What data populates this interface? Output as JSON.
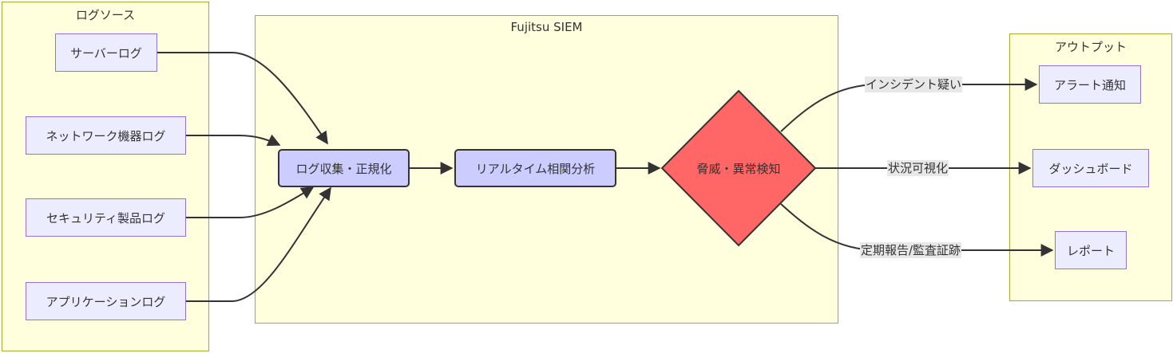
{
  "clusters": {
    "sources": "ログソース",
    "siem": "Fujitsu SIEM",
    "output": "アウトプット"
  },
  "sources": {
    "server": "サーバーログ",
    "network": "ネットワーク機器ログ",
    "security": "セキュリティ製品ログ",
    "application": "アプリケーションログ"
  },
  "siem": {
    "collect": "ログ収集・正規化",
    "analyze": "リアルタイム相関分析",
    "detect": "脅威・異常検知"
  },
  "outputs": {
    "alert": "アラート通知",
    "dashboard": "ダッシュボード",
    "report": "レポート"
  },
  "edges": {
    "incident": "インシデント疑い",
    "visualize": "状況可視化",
    "report": "定期報告/監査証跡"
  },
  "colors": {
    "cluster_fill": "#ffffde",
    "cluster_border": "#aaaa33",
    "node_fill": "#ececff",
    "node_border": "#9370db",
    "process_fill": "#ccccff",
    "decision_fill": "#ff6666",
    "edge": "#333333"
  }
}
